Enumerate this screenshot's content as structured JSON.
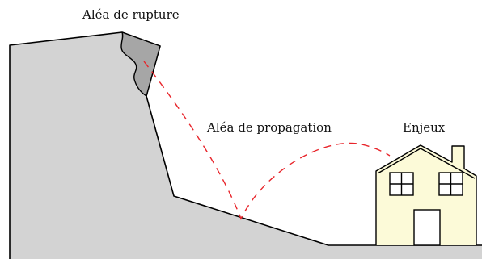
{
  "labels": {
    "rupture": "Aléa de rupture",
    "propagation": "Aléa de propagation",
    "enjeux": "Enjeux"
  },
  "colors": {
    "cliff_fill": "#d3d3d3",
    "rock_fill": "#a6a6a6",
    "trajectory": "#e8252b",
    "house_fill": "#fcfad8",
    "outline": "#000000"
  }
}
